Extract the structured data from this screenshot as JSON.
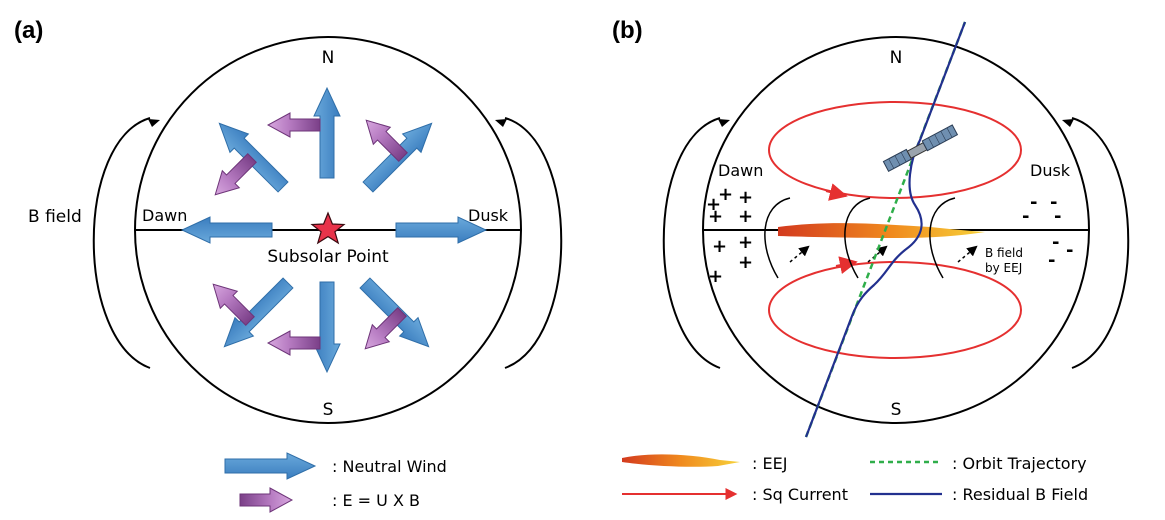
{
  "panel_a": {
    "panel_label": "(a)",
    "north": "N",
    "south": "S",
    "dawn": "Dawn",
    "dusk": "Dusk",
    "b_field": "B field",
    "subsolar_point": "Subsolar Point",
    "legend": {
      "neutral_wind": ": Neutral Wind",
      "exb": ": E = U X B"
    }
  },
  "panel_b": {
    "panel_label": "(b)",
    "north": "N",
    "south": "S",
    "dawn": "Dawn",
    "dusk": "Dusk",
    "b_field_eej_line1": "B field",
    "b_field_eej_line2": "by EEJ",
    "plus_sign": "+",
    "minus_sign": "-",
    "legend": {
      "eej": ": EEJ",
      "sq_current": ": Sq Current",
      "orbit_trajectory": ": Orbit Trajectory",
      "residual_b_field": ": Residual B Field"
    }
  },
  "colors": {
    "neutral_wind": "#4a8fcb",
    "exb": "#9b5aa6",
    "star": "#e8334a",
    "sq_current": "#e53030",
    "orbit": "#2fae4a",
    "residual": "#22308f",
    "eej_start": "#d33a1e",
    "eej_end": "#f7d23a"
  }
}
